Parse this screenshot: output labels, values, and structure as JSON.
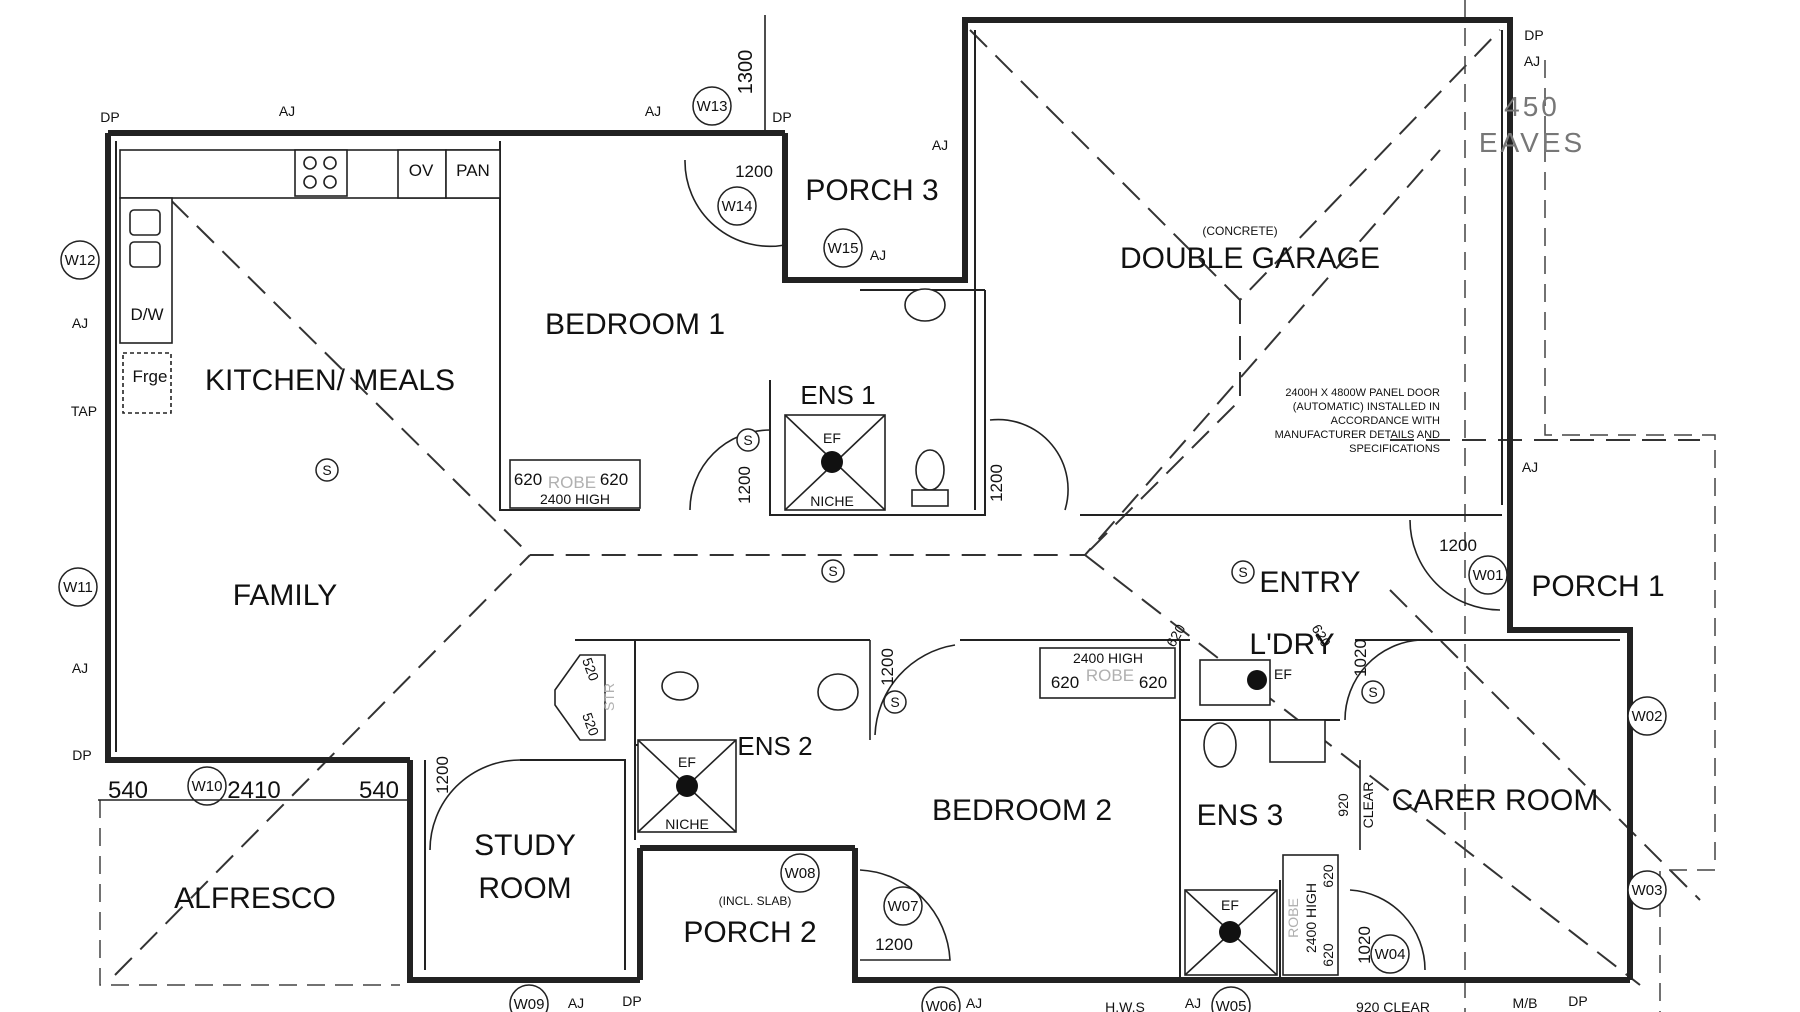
{
  "rooms": {
    "kitchen_meals": "KITCHEN/ MEALS",
    "family": "FAMILY",
    "alfresco": "ALFRESCO",
    "bedroom1": "BEDROOM 1",
    "porch3": "PORCH 3",
    "ens1": "ENS 1",
    "double_garage": "DOUBLE GARAGE",
    "entry": "ENTRY",
    "porch1": "PORCH 1",
    "ldry": "L'DRY",
    "carer_room": "CARER ROOM",
    "ens3": "ENS 3",
    "bedroom2": "BEDROOM 2",
    "ens2": "ENS 2",
    "study_line1": "STUDY",
    "study_line2": "ROOM",
    "porch2": "PORCH 2"
  },
  "notes": {
    "concrete": "(CONCRETE)",
    "incl_slab": "(INCL. SLAB)",
    "garage_door": [
      "2400H X 4800W PANEL DOOR",
      "(AUTOMATIC) INSTALLED IN",
      "ACCORDANCE WITH",
      "MANUFACTURER DETAILS AND",
      "SPECIFICATIONS"
    ],
    "eaves_value": "450",
    "eaves_label": "EAVES"
  },
  "fixtures": {
    "ov": "OV",
    "pan": "PAN",
    "dw": "D/W",
    "fridge": "Frge",
    "robe": "ROBE",
    "robe_high": "2400 HIGH",
    "niche": "NICHE",
    "ef": "EF",
    "str": "STR",
    "smoke": "S"
  },
  "windows": [
    "W01",
    "W02",
    "W03",
    "W04",
    "W05",
    "W06",
    "W07",
    "W08",
    "W09",
    "W10",
    "W11",
    "W12",
    "W13",
    "W14",
    "W15"
  ],
  "markers": {
    "aj": "AJ",
    "dp": "DP",
    "tap": "TAP",
    "hws": "H.W.S",
    "mb": "M/B"
  },
  "dimensions": {
    "d1300": "1300",
    "d1200": "1200",
    "d620": "620",
    "d520": "520",
    "d1020": "1020",
    "d540": "540",
    "d2410": "2410",
    "d920": "920",
    "clear": "CLEAR",
    "clear_920": "920 CLEAR"
  }
}
